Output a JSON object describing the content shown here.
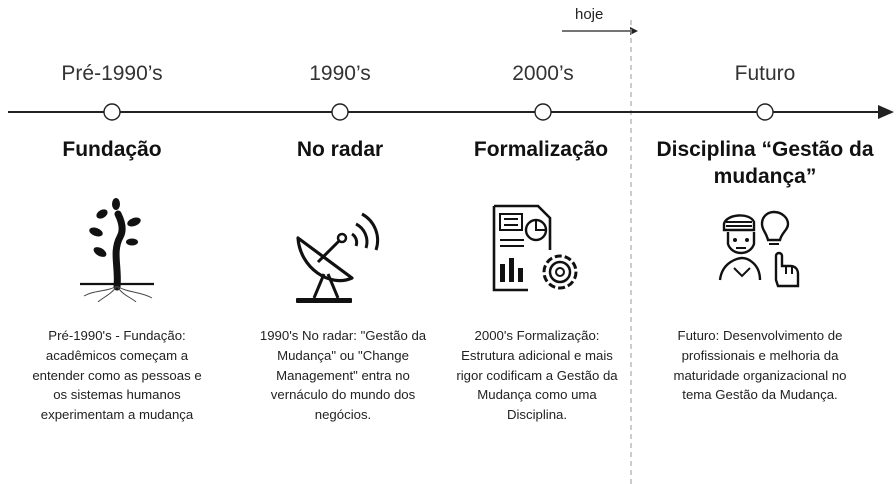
{
  "header_fragment": "",
  "today_label": "hoje",
  "milestones": [
    {
      "period": "Pré-1990’s",
      "title": "Fundação",
      "description": "Pré-1990's - Fundação: acadêmicos começam a entender como as pessoas e os sistemas humanos experimentam a mudança",
      "icon": "tree-roots-icon"
    },
    {
      "period": "1990’s",
      "title": "No radar",
      "description": "1990's No radar: \"Gestão da Mudança\" ou \"Change Management\" entra no vernáculo do mundo dos negócios.",
      "icon": "radar-dish-icon"
    },
    {
      "period": "2000’s",
      "title": "Formalização",
      "description": "2000's Formalização: Estrutura adicional e mais rigor codificam a Gestão da Mudança como uma Disciplina.",
      "icon": "document-gear-icon"
    },
    {
      "period": "Futuro",
      "title": "Disciplina “Gestão da mudança”",
      "description": "Futuro: Desenvolvimento de profissionais e melhoria da maturidade organizacional no tema Gestão da Mudança.",
      "icon": "people-idea-icon"
    }
  ],
  "colors": {
    "line": "#222222",
    "divider": "#aaaaaa"
  }
}
